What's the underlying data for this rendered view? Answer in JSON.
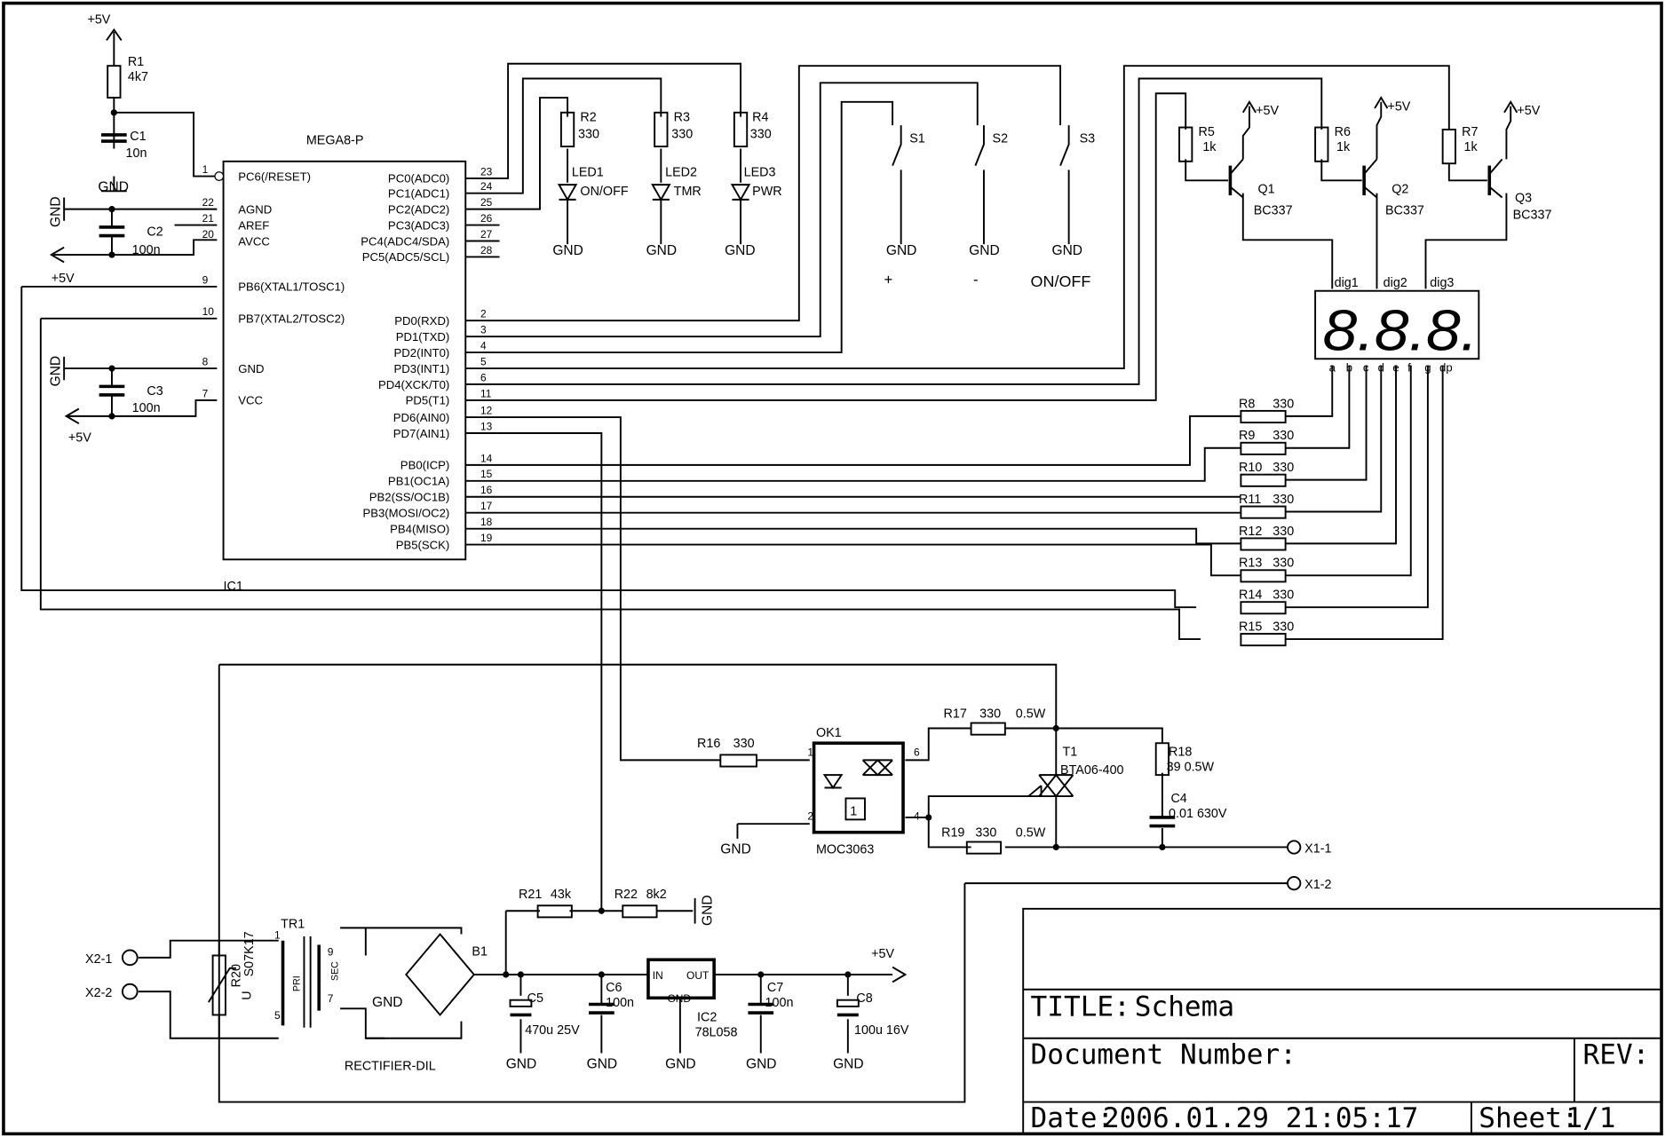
{
  "title_block": {
    "title_label": "TITLE:",
    "title_value": "Schema",
    "doc_number_label": "Document Number:",
    "rev_label": "REV:",
    "date_label": "Date:",
    "date_value": "2006.01.29 21:05:17",
    "sheet_label": "Sheet:",
    "sheet_value": "1/1"
  },
  "labels": {
    "plus5v": "+5V",
    "gnd": "GND"
  },
  "components": {
    "R1": {
      "ref": "R1",
      "value": "4k7"
    },
    "C1": {
      "ref": "C1",
      "value": "10n"
    },
    "C2": {
      "ref": "C2",
      "value": "100n"
    },
    "C3": {
      "ref": "C3",
      "value": "100n"
    },
    "IC1": {
      "ref": "IC1",
      "value": "MEGA8-P"
    },
    "R2": {
      "ref": "R2",
      "value": "330"
    },
    "R3": {
      "ref": "R3",
      "value": "330"
    },
    "R4": {
      "ref": "R4",
      "value": "330"
    },
    "LED1": {
      "ref": "LED1",
      "value": "ON/OFF"
    },
    "LED2": {
      "ref": "LED2",
      "value": "TMR"
    },
    "LED3": {
      "ref": "LED3",
      "value": "PWR"
    },
    "S1": {
      "ref": "S1",
      "caption": "+"
    },
    "S2": {
      "ref": "S2",
      "caption": "-"
    },
    "S3": {
      "ref": "S3",
      "caption": "ON/OFF"
    },
    "R5": {
      "ref": "R5",
      "value": "1k"
    },
    "R6": {
      "ref": "R6",
      "value": "1k"
    },
    "R7": {
      "ref": "R7",
      "value": "1k"
    },
    "Q1": {
      "ref": "Q1",
      "value": "BC337"
    },
    "Q2": {
      "ref": "Q2",
      "value": "BC337"
    },
    "Q3": {
      "ref": "Q3",
      "value": "BC337"
    },
    "R8": {
      "ref": "R8",
      "value": "330"
    },
    "R9": {
      "ref": "R9",
      "value": "330"
    },
    "R10": {
      "ref": "R10",
      "value": "330"
    },
    "R11": {
      "ref": "R11",
      "value": "330"
    },
    "R12": {
      "ref": "R12",
      "value": "330"
    },
    "R13": {
      "ref": "R13",
      "value": "330"
    },
    "R14": {
      "ref": "R14",
      "value": "330"
    },
    "R15": {
      "ref": "R15",
      "value": "330"
    },
    "R16": {
      "ref": "R16",
      "value": "330"
    },
    "R17": {
      "ref": "R17",
      "value": "330",
      "rating": "0.5W"
    },
    "R18": {
      "ref": "R18",
      "value": "39 0.5W"
    },
    "R19": {
      "ref": "R19",
      "value": "330",
      "rating": "0.5W"
    },
    "R20": {
      "ref": "R20",
      "value": "S07K17",
      "symbol": "U"
    },
    "R21": {
      "ref": "R21",
      "value": "43k"
    },
    "R22": {
      "ref": "R22",
      "value": "8k2"
    },
    "C4": {
      "ref": "C4",
      "value": "0.01 630V"
    },
    "C5": {
      "ref": "C5",
      "value": "470u 25V"
    },
    "C6": {
      "ref": "C6",
      "value": "100n"
    },
    "C7": {
      "ref": "C7",
      "value": "100n"
    },
    "C8": {
      "ref": "C8",
      "value": "100u  16V"
    },
    "OK1": {
      "ref": "OK1",
      "value": "MOC3063",
      "pin1": "1",
      "pin2": "2",
      "pin4": "4",
      "pin6": "6"
    },
    "T1": {
      "ref": "T1",
      "value": "BTA06-400"
    },
    "TR1": {
      "ref": "TR1",
      "pri": "PRI",
      "sec": "SEC",
      "pin1": "1",
      "pin5": "5",
      "pin7": "7",
      "pin9": "9"
    },
    "B1": {
      "ref": "B1",
      "value": "RECTIFIER-DIL"
    },
    "IC2": {
      "ref": "IC2",
      "value": "78L058",
      "in": "IN",
      "out": "OUT",
      "gnd": "GND"
    },
    "display": {
      "digit_text": "8.8.8.",
      "digits": [
        "dig1",
        "dig2",
        "dig3"
      ],
      "segments": [
        "a",
        "b",
        "c",
        "d",
        "e",
        "f",
        "g",
        "dp"
      ]
    },
    "X1": {
      "pin1": "X1-1",
      "pin2": "X1-2"
    },
    "X2": {
      "pin1": "X2-1",
      "pin2": "X2-2"
    }
  },
  "ic1_pins_left": [
    {
      "num": "1",
      "name": "PC6(/RESET)"
    },
    {
      "num": "22",
      "name": "AGND"
    },
    {
      "num": "21",
      "name": "AREF"
    },
    {
      "num": "20",
      "name": "AVCC"
    },
    {
      "num": "9",
      "name": "PB6(XTAL1/TOSC1)"
    },
    {
      "num": "10",
      "name": "PB7(XTAL2/TOSC2)"
    },
    {
      "num": "8",
      "name": "GND"
    },
    {
      "num": "7",
      "name": "VCC"
    }
  ],
  "ic1_pins_right": [
    {
      "num": "23",
      "name": "PC0(ADC0)"
    },
    {
      "num": "24",
      "name": "PC1(ADC1)"
    },
    {
      "num": "25",
      "name": "PC2(ADC2)"
    },
    {
      "num": "26",
      "name": "PC3(ADC3)"
    },
    {
      "num": "27",
      "name": "PC4(ADC4/SDA)"
    },
    {
      "num": "28",
      "name": "PC5(ADC5/SCL)"
    },
    {
      "num": "2",
      "name": "PD0(RXD)"
    },
    {
      "num": "3",
      "name": "PD1(TXD)"
    },
    {
      "num": "4",
      "name": "PD2(INT0)"
    },
    {
      "num": "5",
      "name": "PD3(INT1)"
    },
    {
      "num": "6",
      "name": "PD4(XCK/T0)"
    },
    {
      "num": "11",
      "name": "PD5(T1)"
    },
    {
      "num": "12",
      "name": "PD6(AIN0)"
    },
    {
      "num": "13",
      "name": "PD7(AIN1)"
    },
    {
      "num": "14",
      "name": "PB0(ICP)"
    },
    {
      "num": "15",
      "name": "PB1(OC1A)"
    },
    {
      "num": "16",
      "name": "PB2(SS/OC1B)"
    },
    {
      "num": "17",
      "name": "PB3(MOSI/OC2)"
    },
    {
      "num": "18",
      "name": "PB4(MISO)"
    },
    {
      "num": "19",
      "name": "PB5(SCK)"
    }
  ]
}
